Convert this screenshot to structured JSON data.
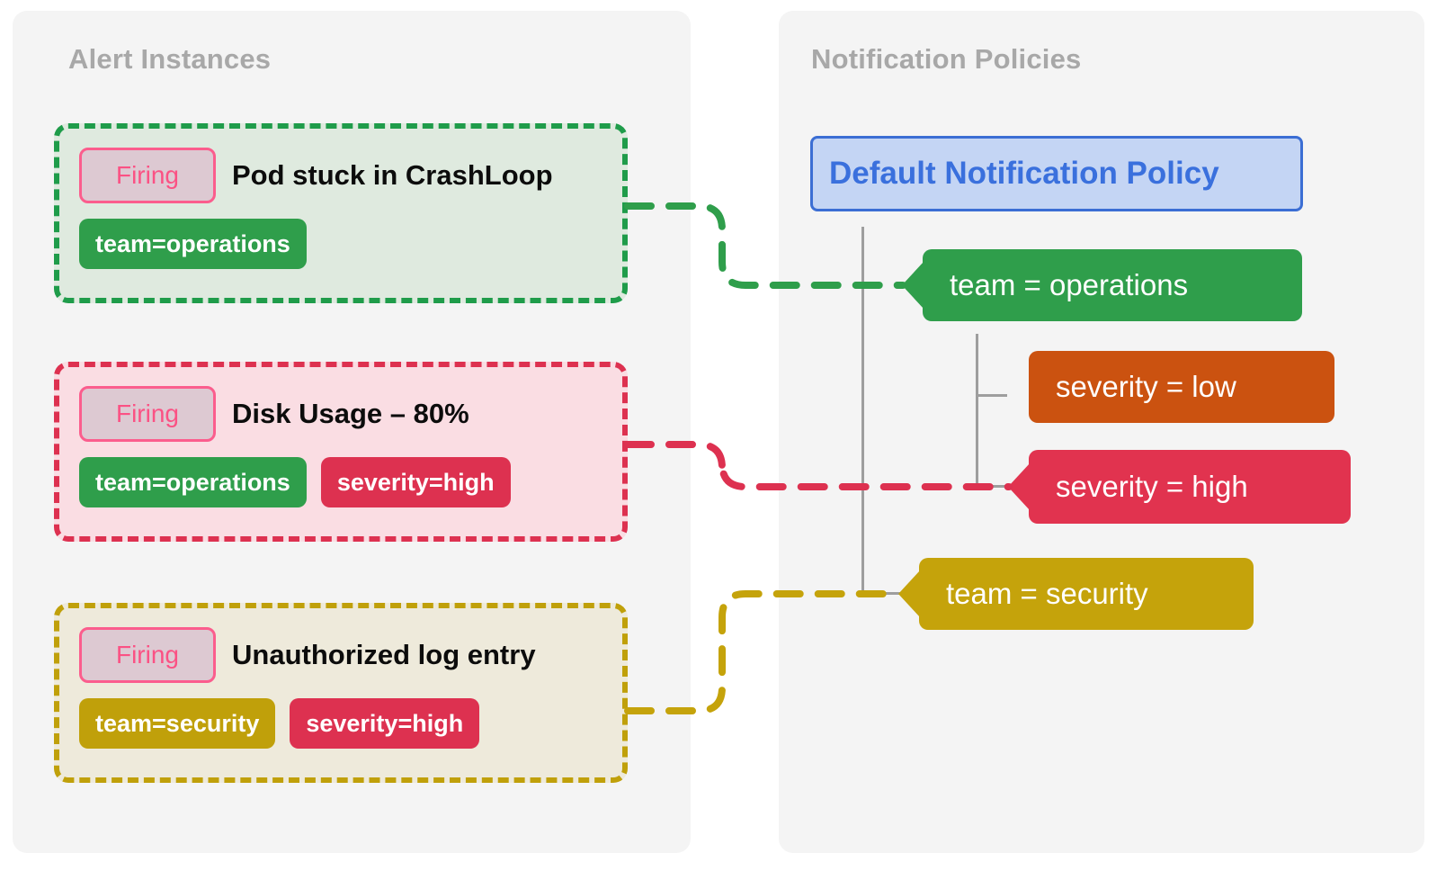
{
  "panels": {
    "alerts": {
      "title": "Alert Instances"
    },
    "policies": {
      "title": "Notification Policies"
    }
  },
  "alert_instances": [
    {
      "state": "Firing",
      "title": "Pod stuck in CrashLoop",
      "accent": "#1f9c4a",
      "background": "#dfeadf",
      "labels": [
        {
          "text": "team=operations",
          "color": "#2f9e4b"
        }
      ],
      "routes_to": "team = operations"
    },
    {
      "state": "Firing",
      "title": "Disk Usage – 80%",
      "accent": "#dd3150",
      "background": "#fadde3",
      "labels": [
        {
          "text": "team=operations",
          "color": "#2f9e4b"
        },
        {
          "text": "severity=high",
          "color": "#dd3150"
        }
      ],
      "routes_to": "severity = high"
    },
    {
      "state": "Firing",
      "title": "Unauthorized log entry",
      "accent": "#c0a00a",
      "background": "#eeeadb",
      "labels": [
        {
          "text": "team=security",
          "color": "#c0a00a"
        },
        {
          "text": "severity=high",
          "color": "#dd3150"
        }
      ],
      "routes_to": "team = security"
    }
  ],
  "notification_policies": {
    "root": {
      "label": "Default Notification Policy",
      "fill": "#c4d5f4",
      "border": "#3b6ed4",
      "text_color": "#3a70dd"
    },
    "children": [
      {
        "label": "team = operations",
        "color": "#2f9e4b",
        "children": [
          {
            "label": "severity = low",
            "color": "#cb5210"
          },
          {
            "label": "severity = high",
            "color": "#e1334f"
          }
        ]
      },
      {
        "label": "team = security",
        "color": "#c5a30b"
      }
    ]
  },
  "badge_style": {
    "firing_fill": "#ddc9d2",
    "firing_border": "#fb5d8d",
    "firing_text": "#fb5184"
  }
}
